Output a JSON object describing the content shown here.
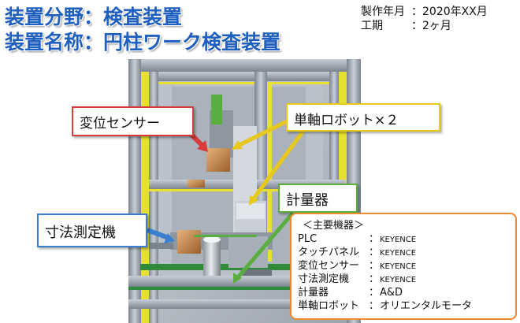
{
  "header": {
    "line1": "装置分野：検査装置",
    "line2": "装置名称：円柱ワーク検査装置"
  },
  "meta": {
    "production_label": "製作年月",
    "production_value": "：2020年XX月",
    "period_label": "工期",
    "period_value": "：2ヶ月"
  },
  "callouts": {
    "displacement_sensor": "変位センサー",
    "single_axis_robot": "単軸ロボット×２",
    "scale": "計量器",
    "dimension_measuring": "寸法測定機"
  },
  "spec": {
    "heading": "＜主要機器＞",
    "rows": [
      {
        "name": "PLC",
        "sep": "：",
        "value": "KEYENCE"
      },
      {
        "name": "タッチパネル",
        "sep": "：",
        "value": "KEYENCE"
      },
      {
        "name": "変位センサー",
        "sep": "：",
        "value": "KEYENCE"
      },
      {
        "name": "寸法測定機",
        "sep": "：",
        "value": "KEYENCE"
      },
      {
        "name": "計量器",
        "sep": "：",
        "value": "A&D"
      },
      {
        "name": "単軸ロボット",
        "sep": "：",
        "value": "オリエンタルモータ"
      }
    ]
  },
  "colors": {
    "title": "#1f5fbf",
    "frame": "#9aa4ae",
    "frame_accent_yellow": "#e8e030",
    "frame_accent_green": "#2f8a3a",
    "arrow_red": "#d93a3a",
    "arrow_yellow": "#e8c81a",
    "arrow_green": "#5aae3f",
    "arrow_blue": "#3a7fd0",
    "spec_border": "#f08a30"
  }
}
